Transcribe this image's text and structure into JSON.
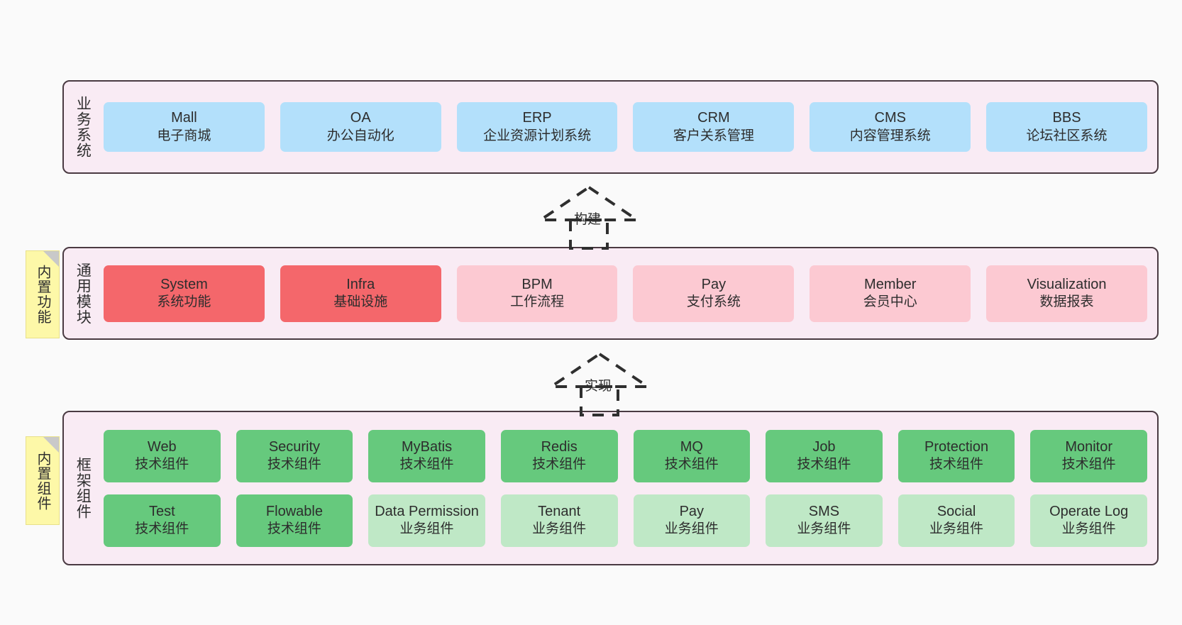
{
  "diagram": {
    "background": "#fafafa",
    "layer_bg": "#f9ebf4",
    "layer_border": "#4a3a42",
    "note_bg": "#fdf8a8",
    "colors": {
      "business": "#b3e0fb",
      "core_module": "#f4676b",
      "module": "#fcc9d2",
      "tech_component": "#66c97d",
      "biz_component": "#bfe8c6"
    }
  },
  "notes": [
    {
      "name": "built-in-functions",
      "text": "内置功能"
    },
    {
      "name": "built-in-components",
      "text": "内置组件"
    }
  ],
  "connectors": [
    {
      "name": "build",
      "label": "构建",
      "style": "dashed-generalization",
      "direction": "up"
    },
    {
      "name": "implement",
      "label": "实现",
      "style": "dashed-generalization",
      "direction": "up"
    }
  ],
  "layers": [
    {
      "id": "business",
      "label": "业务系统",
      "rows": [
        {
          "cards": [
            {
              "title": "Mall",
              "subtitle": "电子商城",
              "color": "blue"
            },
            {
              "title": "OA",
              "subtitle": "办公自动化",
              "color": "blue"
            },
            {
              "title": "ERP",
              "subtitle": "企业资源计划系统",
              "color": "blue"
            },
            {
              "title": "CRM",
              "subtitle": "客户关系管理",
              "color": "blue"
            },
            {
              "title": "CMS",
              "subtitle": "内容管理系统",
              "color": "blue"
            },
            {
              "title": "BBS",
              "subtitle": "论坛社区系统",
              "color": "blue"
            }
          ]
        }
      ]
    },
    {
      "id": "common",
      "label": "通用模块",
      "rows": [
        {
          "cards": [
            {
              "title": "System",
              "subtitle": "系统功能",
              "color": "red"
            },
            {
              "title": "Infra",
              "subtitle": "基础设施",
              "color": "red"
            },
            {
              "title": "BPM",
              "subtitle": "工作流程",
              "color": "pink"
            },
            {
              "title": "Pay",
              "subtitle": "支付系统",
              "color": "pink"
            },
            {
              "title": "Member",
              "subtitle": "会员中心",
              "color": "pink"
            },
            {
              "title": "Visualization",
              "subtitle": "数据报表",
              "color": "pink"
            }
          ]
        }
      ]
    },
    {
      "id": "framework",
      "label": "框架组件",
      "rows": [
        {
          "cards": [
            {
              "title": "Web",
              "subtitle": "技术组件",
              "color": "green"
            },
            {
              "title": "Security",
              "subtitle": "技术组件",
              "color": "green"
            },
            {
              "title": "MyBatis",
              "subtitle": "技术组件",
              "color": "green"
            },
            {
              "title": "Redis",
              "subtitle": "技术组件",
              "color": "green"
            },
            {
              "title": "MQ",
              "subtitle": "技术组件",
              "color": "green"
            },
            {
              "title": "Job",
              "subtitle": "技术组件",
              "color": "green"
            },
            {
              "title": "Protection",
              "subtitle": "技术组件",
              "color": "green"
            },
            {
              "title": "Monitor",
              "subtitle": "技术组件",
              "color": "green"
            }
          ]
        },
        {
          "cards": [
            {
              "title": "Test",
              "subtitle": "技术组件",
              "color": "green"
            },
            {
              "title": "Flowable",
              "subtitle": "技术组件",
              "color": "green"
            },
            {
              "title": "Data Permission",
              "subtitle": "业务组件",
              "color": "lightgreen"
            },
            {
              "title": "Tenant",
              "subtitle": "业务组件",
              "color": "lightgreen"
            },
            {
              "title": "Pay",
              "subtitle": "业务组件",
              "color": "lightgreen"
            },
            {
              "title": "SMS",
              "subtitle": "业务组件",
              "color": "lightgreen"
            },
            {
              "title": "Social",
              "subtitle": "业务组件",
              "color": "lightgreen"
            },
            {
              "title": "Operate Log",
              "subtitle": "业务组件",
              "color": "lightgreen"
            }
          ]
        }
      ]
    }
  ]
}
